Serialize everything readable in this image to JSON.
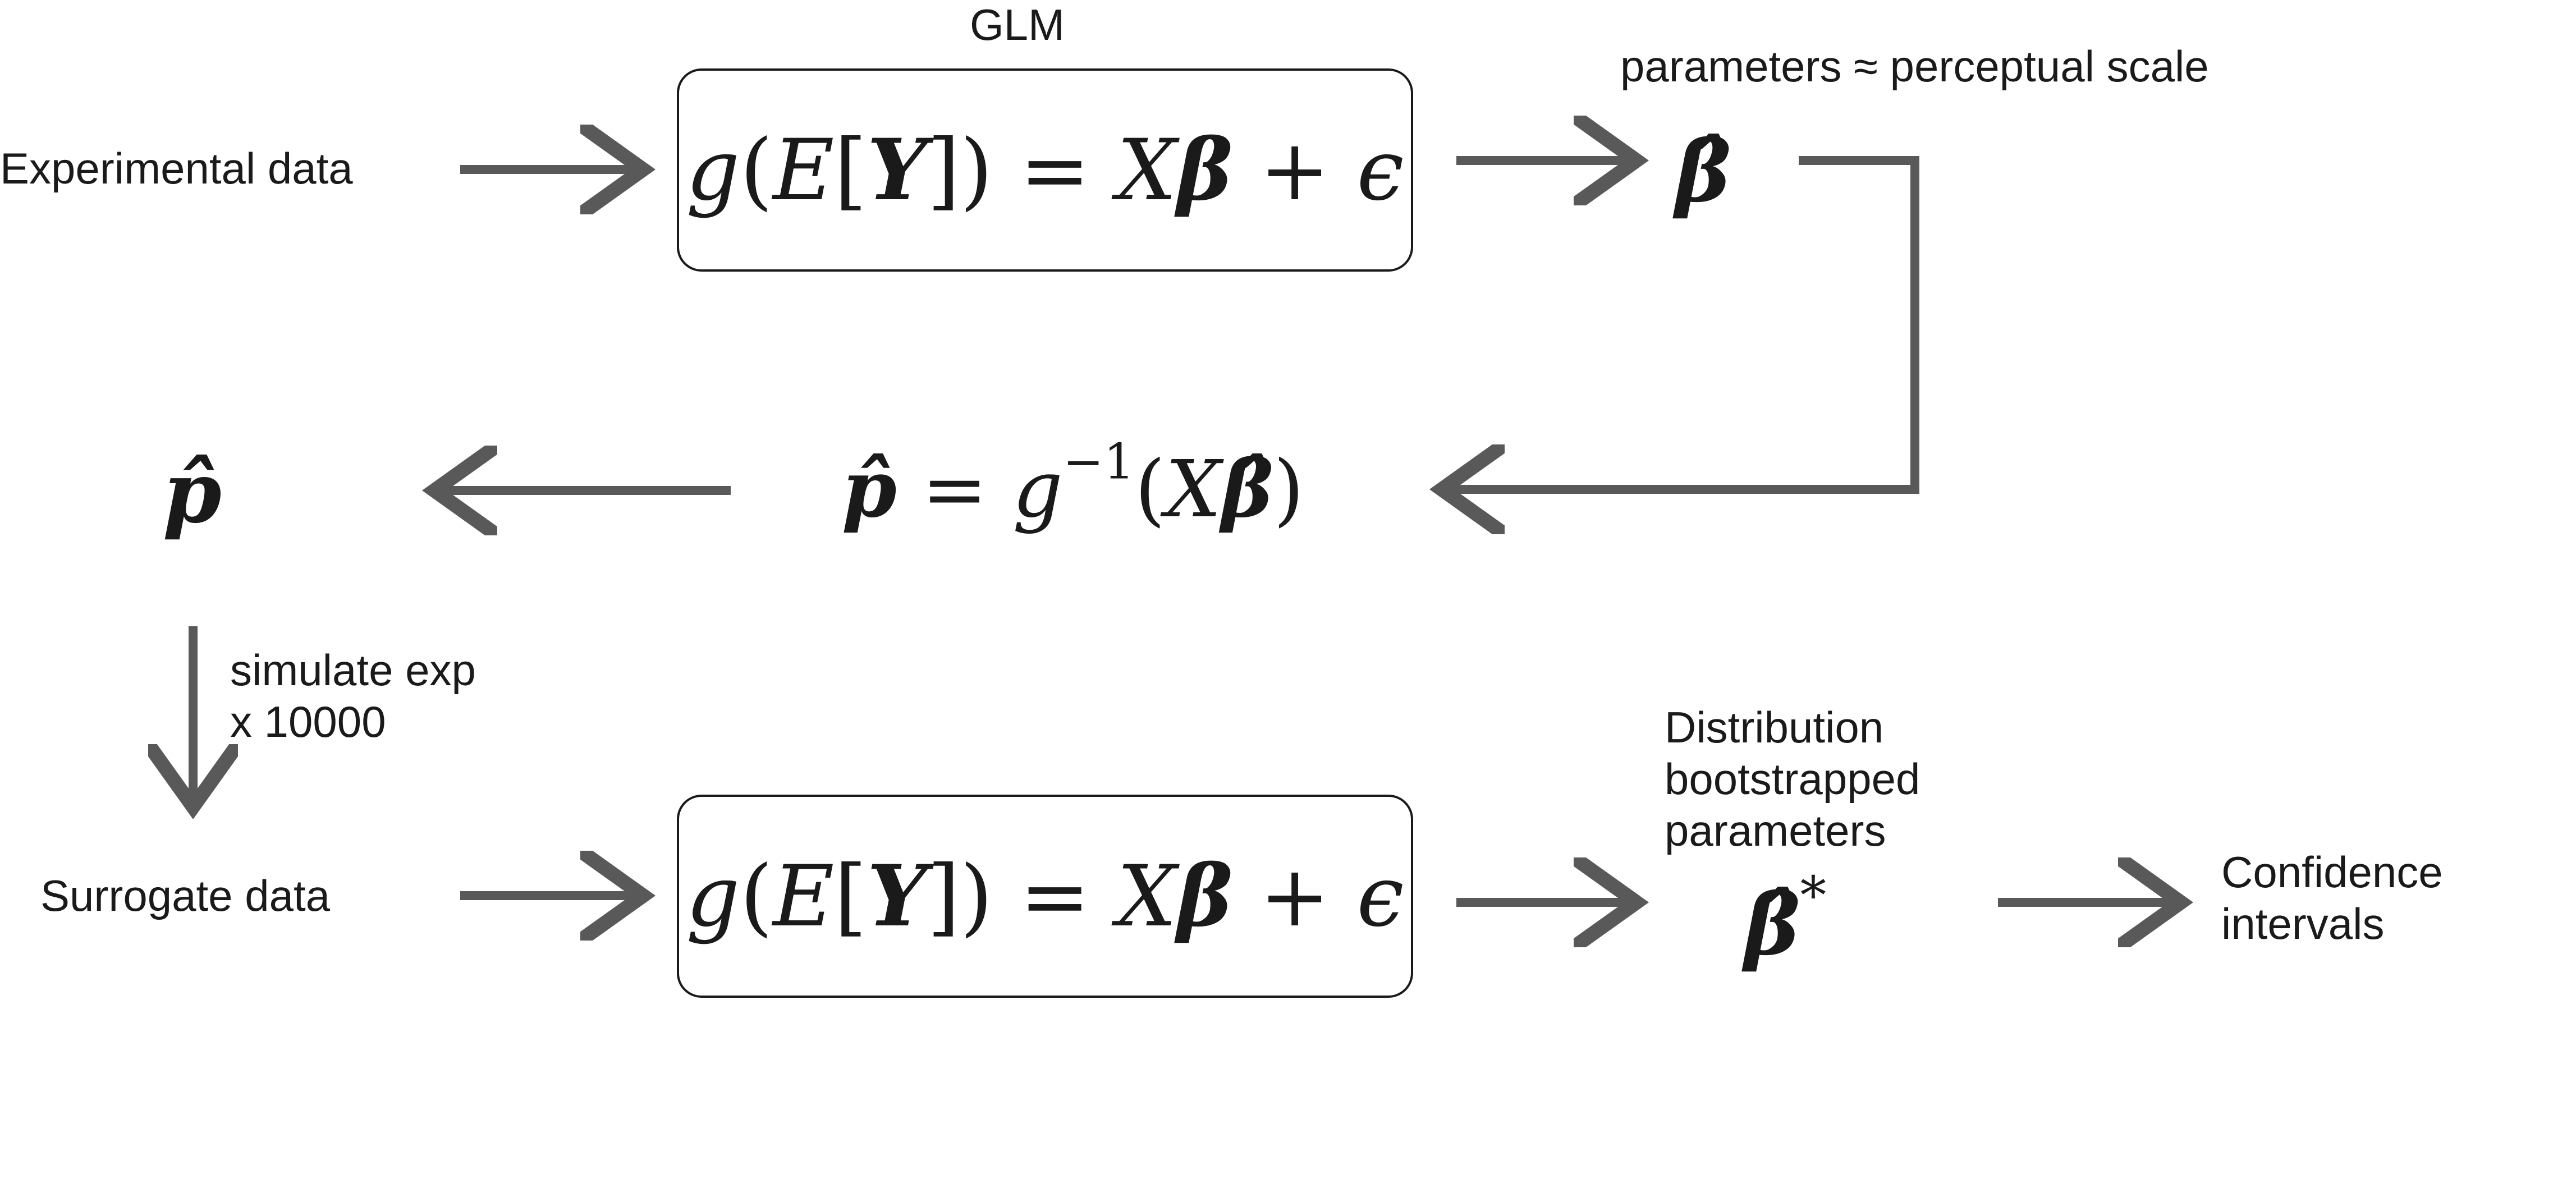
{
  "labels": {
    "glm": "GLM",
    "parameters": "parameters ≈ perceptual scale",
    "experimental_data": "Experimental data",
    "simulate_line1": "simulate exp",
    "simulate_line2": "x 10000",
    "surrogate_data": "Surrogate data",
    "distribution_line1": "Distribution",
    "distribution_line2": "bootstrapped",
    "distribution_line3": "parameters",
    "confidence_line1": "Confidence",
    "confidence_line2": "intervals"
  },
  "math": {
    "model_g": "g",
    "model_open_paren": "(",
    "model_E": "E",
    "model_open_bracket": "[",
    "model_Y": "Y",
    "model_close_bracket": "]",
    "model_close_paren": ")",
    "model_equals": " = ",
    "model_X": "X",
    "model_beta": "β",
    "model_plus": " + ",
    "model_epsilon": "ϵ",
    "beta_hat": "β̂",
    "p_hat": "p̂",
    "inverse_p_hat": "p̂",
    "inverse_equals": " = ",
    "inverse_g": "g",
    "inverse_exponent": "−1",
    "inverse_open_paren": "(",
    "inverse_X": "X",
    "inverse_beta_hat": "β̂",
    "inverse_close_paren": ")",
    "beta_hat_star": "β̂",
    "star": "*"
  },
  "colors": {
    "arrow": "#595959",
    "text": "#1a1a1a",
    "box_border": "#1a1a1a"
  },
  "icons": {
    "arrow": "right-arrow-icon"
  }
}
